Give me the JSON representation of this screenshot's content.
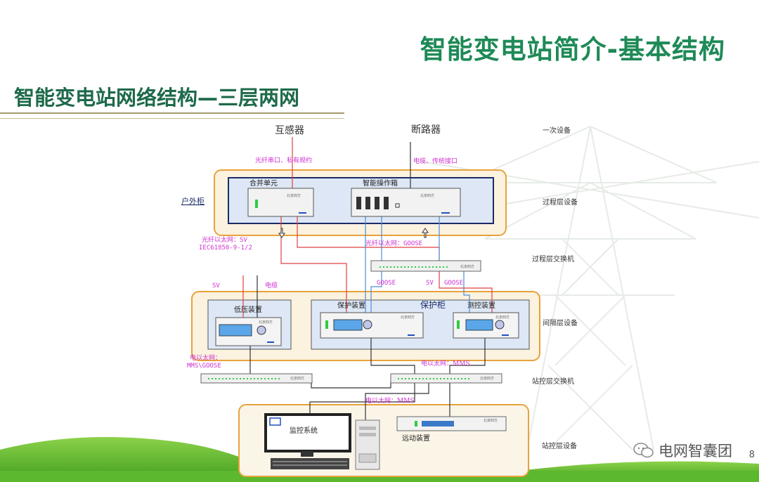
{
  "header": {
    "title": "智能变电站简介-基本结构",
    "subtitle": "智能变电站网络结构—三层两网"
  },
  "devices": {
    "ct": "互感器",
    "breaker": "断路器",
    "merging_unit": "合并单元",
    "smart_op_box": "智能操作箱",
    "outdoor_cabinet": "户外柜",
    "protection_device": "保护装置",
    "protection_cabinet": "保护柜",
    "measure_control": "测控装置",
    "low_voltage": "低压装置",
    "monitor_system": "监控系统",
    "telecontrol": "远动装置",
    "device_brand": "北京四方"
  },
  "connections": {
    "fiber_private": "光纤串口、私有规约",
    "cable_traditional": "电缆、传统接口",
    "fiber_sv": "光纤以太网：SV",
    "iec": "IEC61850-9-1/2",
    "fiber_goose": "光纤以太网：GOOSE",
    "goose_1": "GOOSE",
    "sv_1": "SV",
    "goose_2": "GOOSE",
    "sv_2": "SV",
    "cable": "电缆",
    "eth_1": "电以太网：",
    "mms_goose": "MMS\\GOOSE",
    "eth_mms_1": "电以太网：MMS",
    "eth_mms_2": "电以太网：MMS"
  },
  "layers": {
    "primary": "一次设备",
    "process": "过程层设备",
    "process_switch": "过程层交换机",
    "bay": "间隔层设备",
    "station_switch": "站控层交换机",
    "station": "站控层设备"
  },
  "footer": {
    "brand": "电网智囊团",
    "page": "8"
  },
  "colors": {
    "title_green": "#1e8a57",
    "orange_border": "#e8a23a",
    "navy_border": "#1b2c68",
    "panel_blue": "#dde7f5",
    "red_line": "#e04040",
    "blue_line": "#4a8ed8",
    "magenta_text": "#d030d0",
    "led_green": "#2ecc40",
    "lcd_blue": "#5aa6e8"
  }
}
